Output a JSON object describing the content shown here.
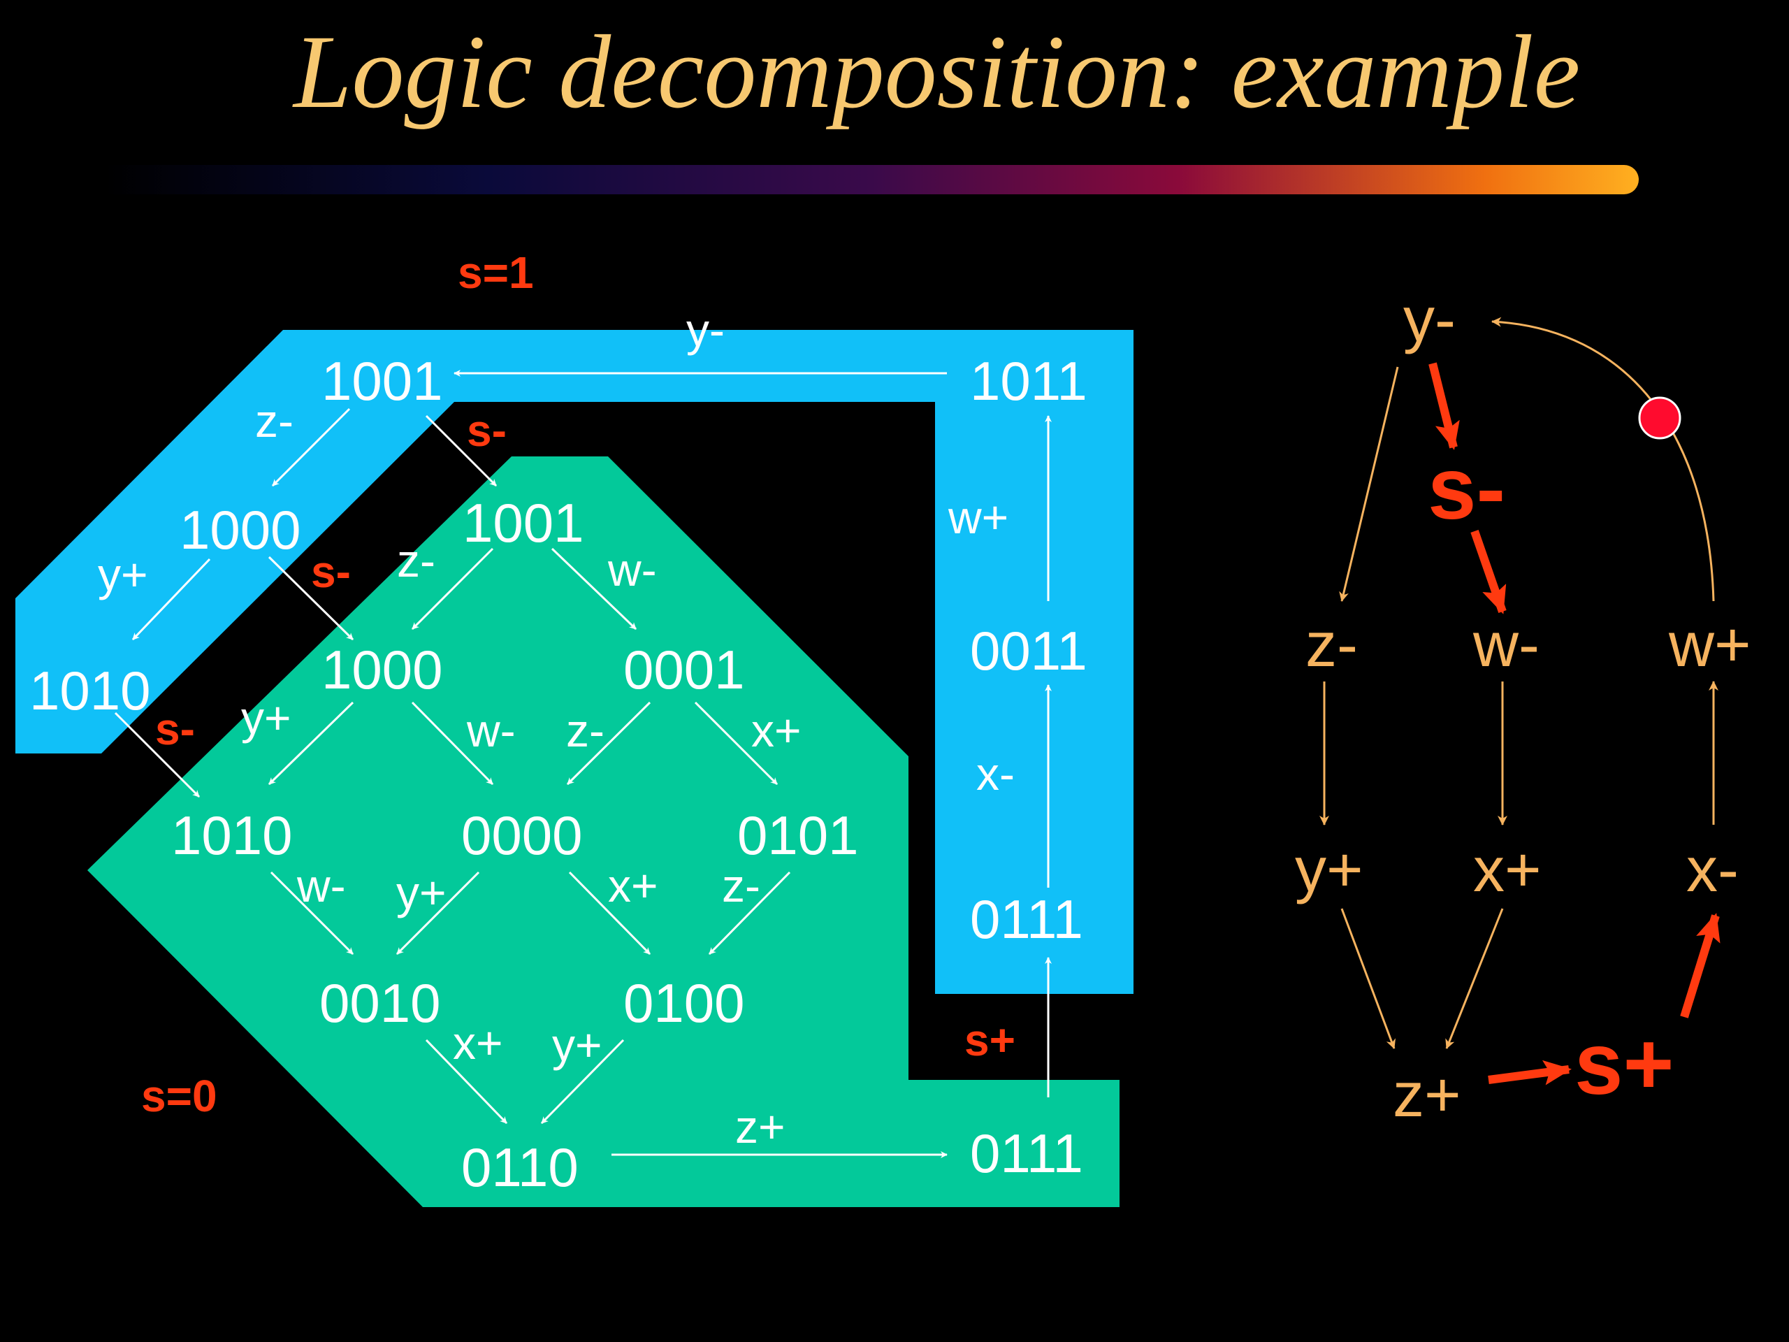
{
  "title": "Logic decomposition: example",
  "colors": {
    "background": "#000000",
    "title": "#f7c870",
    "region_s1": "#11c0f8",
    "region_s0": "#03c99a",
    "white": "#ffffff",
    "red": "#ff3a10",
    "orange": "#f6b35f",
    "token": "#ff0b2e"
  },
  "region_labels": {
    "s1": "s=1",
    "s0": "s=0"
  },
  "state_graph": {
    "states": {
      "top_1001": "1001",
      "top_1011": "1011",
      "top_1000": "1000",
      "top_1010": "1010",
      "top_0011": "0011",
      "top_0111": "0111",
      "g_1001": "1001",
      "g_1000": "1000",
      "g_0001": "0001",
      "g_1010": "1010",
      "g_0000": "0000",
      "g_0101": "0101",
      "g_0010": "0010",
      "g_0100": "0100",
      "g_0110": "0110",
      "g_0111": "0111"
    },
    "edge_labels": {
      "y_minus": "y-",
      "z_minus_top": "z-",
      "y_plus_top": "y+",
      "w_plus": "w+",
      "x_minus": "x-",
      "z_minus_a": "z-",
      "w_minus_a": "w-",
      "y_plus_a": "y+",
      "w_minus_b": "w-",
      "z_minus_b": "z-",
      "x_plus_a": "x+",
      "w_minus_c": "w-",
      "y_plus_b": "y+",
      "x_plus_b": "x+",
      "z_minus_c": "z-",
      "x_plus_c": "x+",
      "y_plus_c": "y+",
      "z_plus": "z+"
    },
    "s_labels": {
      "s_minus_1": "s-",
      "s_minus_2": "s-",
      "s_minus_3": "s-",
      "s_plus": "s+"
    }
  },
  "stg": {
    "y_minus": "y-",
    "s_minus": "s-",
    "z_minus": "z-",
    "w_minus": "w-",
    "w_plus": "w+",
    "y_plus": "y+",
    "x_plus": "x+",
    "x_minus": "x-",
    "z_plus": "z+",
    "s_plus": "s+"
  }
}
